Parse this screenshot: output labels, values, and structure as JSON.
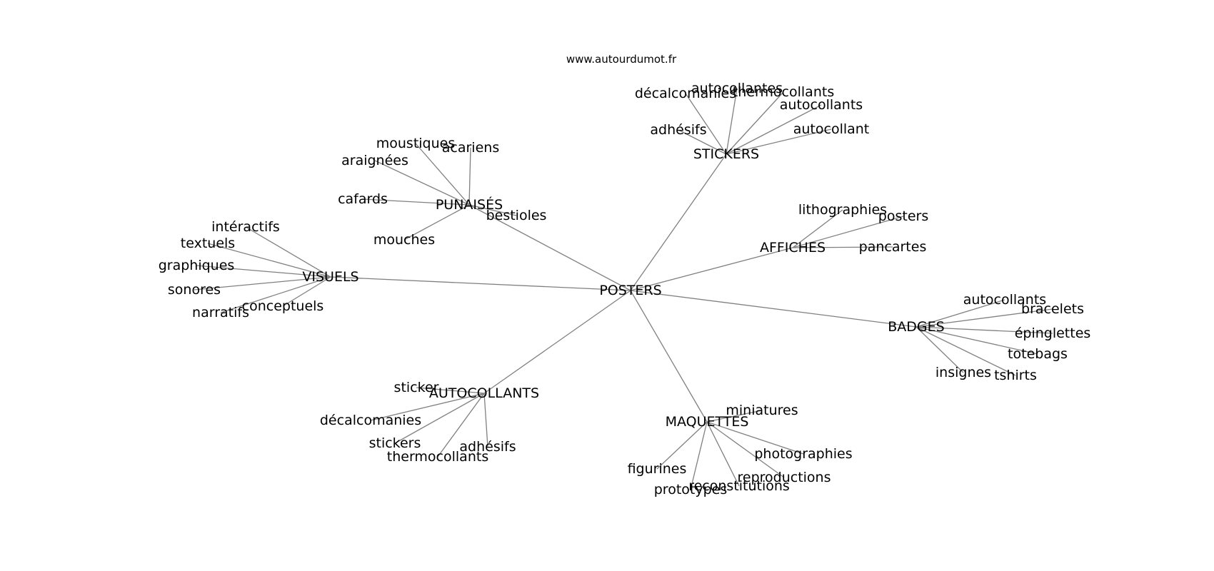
{
  "source": "www.autourdumot.fr",
  "colors": {
    "edge": "#808080",
    "text": "#000000",
    "background": "#ffffff"
  },
  "root": "POSTERS",
  "branches": [
    {
      "label": "STICKERS",
      "children": [
        "décalcomanies",
        "autocollantes",
        "thermocollants",
        "autocollants",
        "adhésifs",
        "autocollant"
      ]
    },
    {
      "label": "PUNAISÉS",
      "children": [
        "moustiques",
        "acariens",
        "araignées",
        "cafards",
        "bestioles",
        "mouches"
      ]
    },
    {
      "label": "AFFICHES",
      "children": [
        "lithographies",
        "posters",
        "pancartes"
      ]
    },
    {
      "label": "VISUELS",
      "children": [
        "intéractifs",
        "textuels",
        "graphiques",
        "sonores",
        "narratifs",
        "conceptuels"
      ]
    },
    {
      "label": "BADGES",
      "children": [
        "autocollants",
        "bracelets",
        "épinglettes",
        "totebags",
        "insignes",
        "tshirts"
      ]
    },
    {
      "label": "AUTOCOLLANTS",
      "children": [
        "sticker",
        "décalcomanies",
        "stickers",
        "adhésifs",
        "thermocollants"
      ]
    },
    {
      "label": "MAQUETTES",
      "children": [
        "miniatures",
        "photographies",
        "reproductions",
        "figurines",
        "reconstitutions",
        "prototypes"
      ]
    }
  ]
}
